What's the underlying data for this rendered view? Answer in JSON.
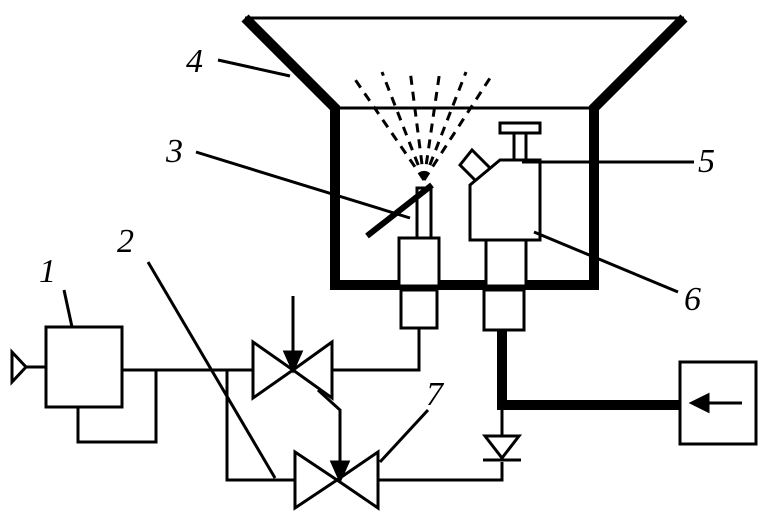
{
  "labels": {
    "l1": "1",
    "l2": "2",
    "l3": "3",
    "l4": "4",
    "l5": "5",
    "l6": "6",
    "l7": "7"
  },
  "colors": {
    "ink": "#000000",
    "paper": "#ffffff"
  }
}
